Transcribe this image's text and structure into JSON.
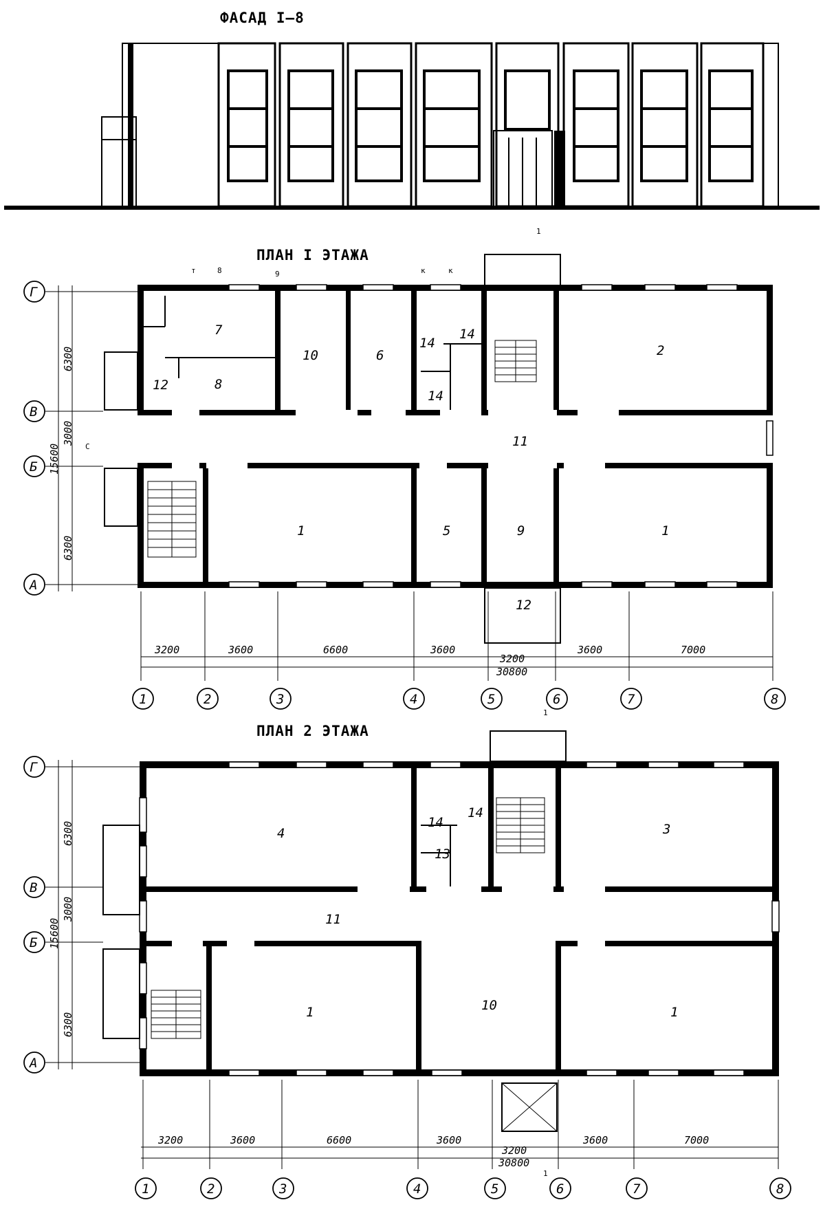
{
  "titles": {
    "facade": "ФАСАД I–8",
    "plan1": "ПЛАН I ЭТАЖА",
    "plan2": "ПЛАН 2 ЭТАЖА"
  },
  "axes": {
    "numbers": [
      "1",
      "2",
      "3",
      "4",
      "5",
      "6",
      "7",
      "8"
    ],
    "letters": [
      "Г",
      "В",
      "Б",
      "А"
    ]
  },
  "dimensions": {
    "horizontal": [
      "3200",
      "3600",
      "6600",
      "3600",
      "3200",
      "3600",
      "7000"
    ],
    "total": "30800",
    "vertical": [
      "6300",
      "3000",
      "6300"
    ],
    "vertical_total": "15600"
  },
  "plan1_rooms": {
    "r7": "7",
    "r8": "8",
    "r12a": "12",
    "r10": "10",
    "r6": "6",
    "r14a": "14",
    "r14b": "14",
    "r14c": "14",
    "r2": "2",
    "r11": "11",
    "r1a": "1",
    "r5": "5",
    "r9": "9",
    "r1b": "1",
    "r12b": "12"
  },
  "plan2_rooms": {
    "r4": "4",
    "r14a": "14",
    "r14b": "14",
    "r13": "13",
    "r3": "3",
    "r11": "11",
    "r1a": "1",
    "r10": "10",
    "r1b": "1"
  },
  "marks": {
    "t": "т",
    "eight": "8",
    "nine": "9",
    "k1": "к",
    "k2": "к",
    "c": "С",
    "sec1": "1",
    "sec2": "1",
    "sec3": "1"
  }
}
